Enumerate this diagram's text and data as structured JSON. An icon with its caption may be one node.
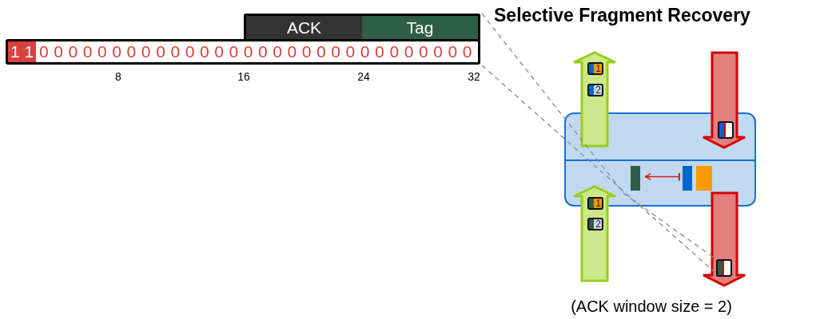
{
  "diagram": {
    "title": "Selective Fragment Recovery",
    "caption": "(ACK window size = 2)",
    "nodes": [
      {
        "text": [
          "ACK"
        ]
      },
      {
        "text": [
          "Tag"
        ]
      },
      {
        "text": [
          "1 1",
          "000000000000000000000000000000"
        ],
        "beside": [
          "8",
          "16",
          "24",
          "32"
        ]
      },
      {
        "text": [],
        "shape": "box"
      },
      {
        "text": [
          "1"
        ]
      },
      {
        "text": [
          "2"
        ]
      },
      {
        "text": [],
        "shape": "box",
        "in": 3
      },
      {
        "text": [],
        "shape": "bar",
        "in": 3
      },
      {
        "text": [],
        "shape": "bar",
        "in": 3
      },
      {
        "text": [],
        "shape": "bar",
        "in": 3
      },
      {
        "text": [
          "1"
        ]
      },
      {
        "text": [
          "2"
        ]
      },
      {
        "text": [],
        "shape": "box"
      }
    ],
    "edges": [
      {
        "from": 8,
        "to": 7,
        "arrow": "to",
        "color": "#cc2222"
      },
      {
        "from": 1,
        "to": 12,
        "arrow": "none",
        "style": "dashed"
      },
      {
        "from": 2,
        "to": 12,
        "arrow": "none",
        "style": "dashed"
      }
    ]
  }
}
